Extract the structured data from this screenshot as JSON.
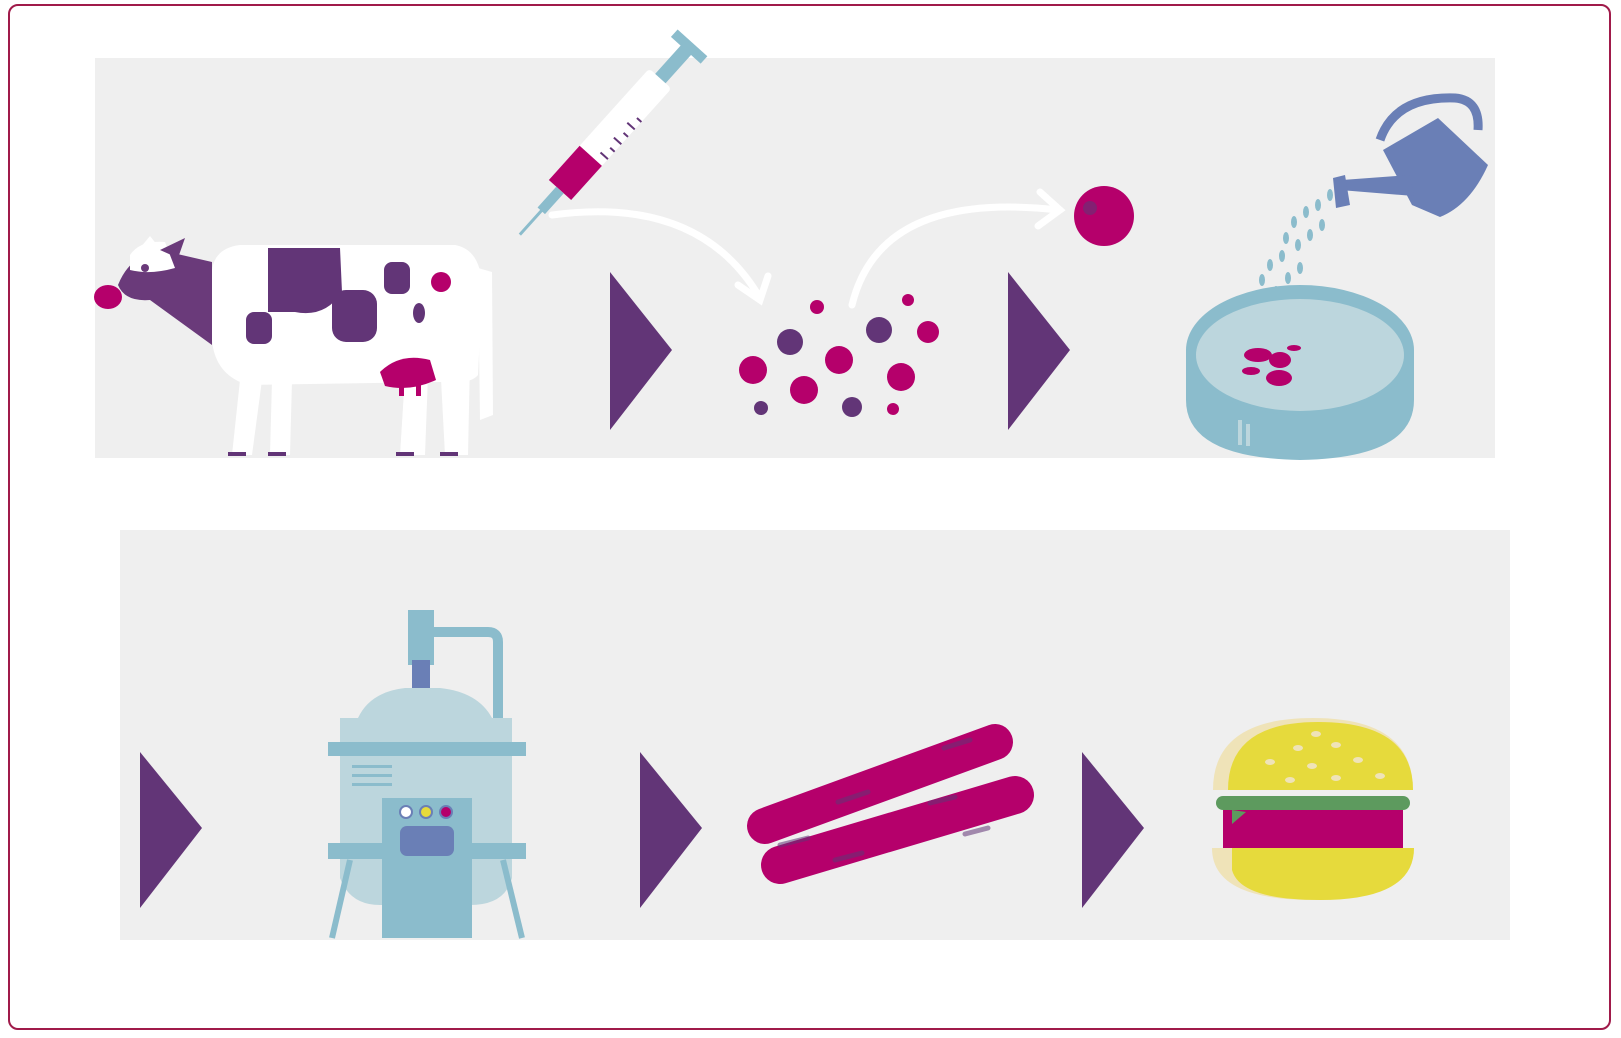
{
  "colors": {
    "border": "#a01a4a",
    "panel": "#efefef",
    "purple": "#623577",
    "magenta": "#b5006b",
    "light_blue": "#8bbccc",
    "pale_blue": "#bcd6dd",
    "slate_blue": "#6a7fb6",
    "bun_yellow": "#e6da3c",
    "bun_cream": "#efe3b8",
    "lettuce_green": "#5d9a5e"
  },
  "steps": [
    {
      "name": "cow-biopsy",
      "icons": [
        "cow-icon",
        "syringe-icon"
      ]
    },
    {
      "name": "cell-extraction",
      "icons": [
        "cells-icon",
        "single-cell-icon"
      ]
    },
    {
      "name": "cell-culture",
      "icons": [
        "petri-dish-icon",
        "watering-can-icon"
      ]
    },
    {
      "name": "bioreactor",
      "icons": [
        "bioreactor-icon"
      ]
    },
    {
      "name": "muscle-strips",
      "icons": [
        "muscle-strips-icon"
      ]
    },
    {
      "name": "burger",
      "icons": [
        "burger-icon"
      ]
    }
  ]
}
